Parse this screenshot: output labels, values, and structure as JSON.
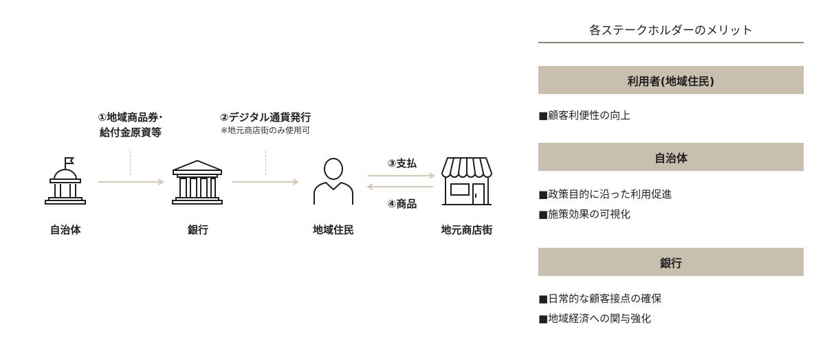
{
  "colors": {
    "accent_beige": "#c9bfae",
    "arrow": "#d4c7b8",
    "icon": "#1e1e1e",
    "rule": "#8c8478",
    "text": "#1f1f1f"
  },
  "diagram": {
    "nodes": [
      {
        "label": "自治体",
        "icon": "city-hall-icon"
      },
      {
        "label": "銀行",
        "icon": "bank-icon"
      },
      {
        "label": "地域住民",
        "icon": "person-icon"
      },
      {
        "label": "地元商店街",
        "icon": "storefront-icon"
      }
    ],
    "steps": {
      "s1": {
        "line1": "①地域商品券･",
        "line2": "給付金原資等"
      },
      "s2": {
        "line1": "②デジタル通貨発行",
        "note": "※地元商店街のみ使用可"
      },
      "s3": {
        "label": "③支払"
      },
      "s4": {
        "label": "④商品"
      }
    }
  },
  "panel": {
    "title": "各ステークホルダーのメリット",
    "sections": [
      {
        "heading": "利用者(地域住民)",
        "items": [
          "■顧客利便性の向上"
        ]
      },
      {
        "heading": "自治体",
        "items": [
          "■政策目的に沿った利用促進",
          "■施策効果の可視化"
        ]
      },
      {
        "heading": "銀行",
        "items": [
          "■日常的な顧客接点の確保",
          "■地域経済への関与強化"
        ]
      }
    ]
  }
}
